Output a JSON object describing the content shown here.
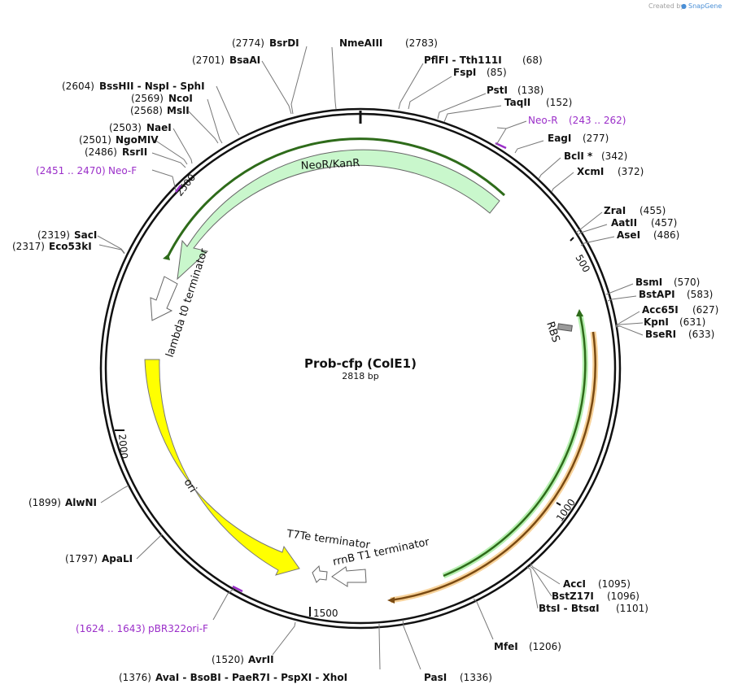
{
  "credit": {
    "prefix": "Created by",
    "brand": "SnapGene"
  },
  "plasmid": {
    "name": "Prob-cfp  (ColE1)",
    "size": "2818 bp"
  },
  "ticks": [
    "500",
    "1000",
    "1500",
    "2000",
    "2500"
  ],
  "features": {
    "neor": "NeoR/KanR",
    "lambda": "lambda t0 terminator",
    "ori": "ori",
    "t7te": "T7Te terminator",
    "rrnb": "rrnB T1 terminator",
    "rbs": "RBS"
  },
  "sites": [
    {
      "pos": "(2774)",
      "name": "BsrDI"
    },
    {
      "pos": "",
      "name": "NmeAIII",
      "pos_after": "(2783)"
    },
    {
      "name": "PflFI  - Tth111I",
      "pos_after": "(68)"
    },
    {
      "name": "FspI",
      "pos_after": "(85)"
    },
    {
      "name": "PstI",
      "pos_after": "(138)"
    },
    {
      "name": "TaqII",
      "pos_after": "(152)"
    },
    {
      "name": "EagI",
      "pos_after": "(277)"
    },
    {
      "name": "BclI *",
      "pos_after": "(342)"
    },
    {
      "name": "XcmI",
      "pos_after": "(372)"
    },
    {
      "name": "ZraI",
      "pos_after": "(455)"
    },
    {
      "name": "AatII",
      "pos_after": "(457)"
    },
    {
      "name": "AseI",
      "pos_after": "(486)"
    },
    {
      "name": "BsmI",
      "pos_after": "(570)"
    },
    {
      "name": "BstAPI",
      "pos_after": "(583)"
    },
    {
      "name": "Acc65I",
      "pos_after": "(627)"
    },
    {
      "name": "KpnI",
      "pos_after": "(631)"
    },
    {
      "name": "BseRI",
      "pos_after": "(633)"
    },
    {
      "name": "AccI",
      "pos_after": "(1095)"
    },
    {
      "name": "BstZ17I",
      "pos_after": "(1096)"
    },
    {
      "name": "BtsI  - BtsαI",
      "pos_after": "(1101)"
    },
    {
      "name": "MfeI",
      "pos_after": "(1206)"
    },
    {
      "name": "PasI",
      "pos_after": "(1336)"
    },
    {
      "pos": "(1376)",
      "name": "AvaI  - BsoBI  - PaeR7I  - PspXI  - XhoI"
    },
    {
      "pos": "(1520)",
      "name": "AvrII"
    },
    {
      "pos": "(1797)",
      "name": "ApaLI"
    },
    {
      "pos": "(1899)",
      "name": "AlwNI"
    },
    {
      "pos": "(2317)",
      "name": "Eco53kI"
    },
    {
      "pos": "(2319)",
      "name": "SacI"
    },
    {
      "pos": "(2486)",
      "name": "RsrII"
    },
    {
      "pos": "(2501)",
      "name": "NgoMIV"
    },
    {
      "pos": "(2503)",
      "name": "NaeI"
    },
    {
      "pos": "(2568)",
      "name": "MslI"
    },
    {
      "pos": "(2569)",
      "name": "NcoI"
    },
    {
      "pos": "(2604)",
      "name": "BssHII  - NspI  - SphI"
    },
    {
      "pos": "(2701)",
      "name": "BsaAI"
    }
  ],
  "primers": [
    {
      "name": "Neo-R",
      "pos_after": "(243 .. 262)"
    },
    {
      "pos": "(2451 .. 2470)",
      "name": "Neo-F"
    },
    {
      "pos": "(1624 .. 1643)",
      "name": "pBR322ori-F"
    }
  ],
  "colors": {
    "neor": "#c9f7cc",
    "ori": "#ffff00",
    "primer": "#9b2fc9",
    "orange": "#e8a040"
  }
}
